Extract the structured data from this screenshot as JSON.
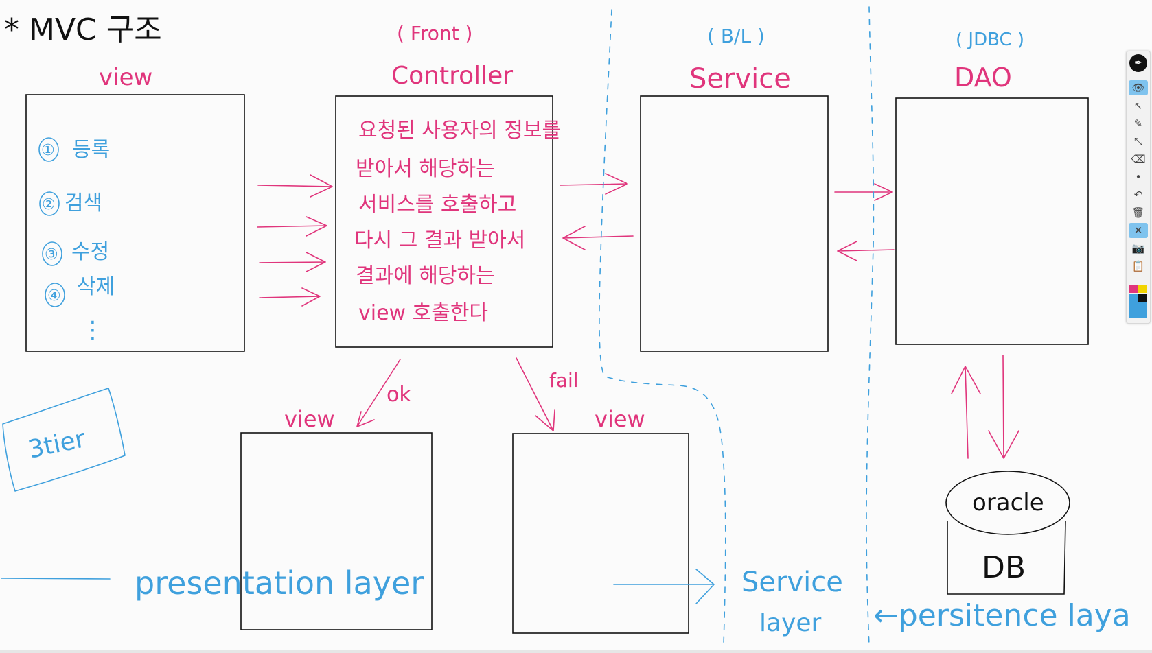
{
  "title": "* MVC 구조",
  "columns": {
    "controller_tag": "( Front )",
    "service_tag": "( B/L )",
    "dao_tag": "( JDBC )",
    "view_label": "view",
    "controller_label": "Controller",
    "service_label": "Service",
    "dao_label": "DAO"
  },
  "view_items": [
    {
      "num": "①",
      "text": "등록"
    },
    {
      "num": "②",
      "text": "검색"
    },
    {
      "num": "③",
      "text": "수정"
    },
    {
      "num": "④",
      "text": "삭제"
    }
  ],
  "view_ellipsis": "⋮",
  "controller_note": [
    "요청된 사용자의 정보를",
    "받아서   해당하는",
    "서비스를 호출하고",
    "다시 그 결과 받아서",
    "결과에  해당하는",
    "view 호출한다"
  ],
  "branches": {
    "ok_label": "ok",
    "fail_label": "fail",
    "ok_view_label": "view",
    "fail_view_label": "view"
  },
  "tier_note": "3tier",
  "layers": {
    "presentation": "presentation  layer",
    "service_line1": "Service",
    "service_line2": "layer",
    "persistence": "←persitence  laya"
  },
  "db": {
    "top": "oracle",
    "body": "DB"
  },
  "toolbar": {
    "logo": "pen-logo",
    "tools": [
      "eye-icon",
      "pointer-icon",
      "pen-icon",
      "line-icon",
      "eraser-icon",
      "dot-icon",
      "undo-icon",
      "trash-icon",
      "clear-icon",
      "camera-icon",
      "clipboard-icon"
    ],
    "colors": [
      "#e0357c",
      "#f2d400",
      "#111111",
      "#3fa0dd"
    ]
  },
  "colors": {
    "pink": "#e0357c",
    "blue": "#3fa0dd",
    "black": "#111111"
  }
}
